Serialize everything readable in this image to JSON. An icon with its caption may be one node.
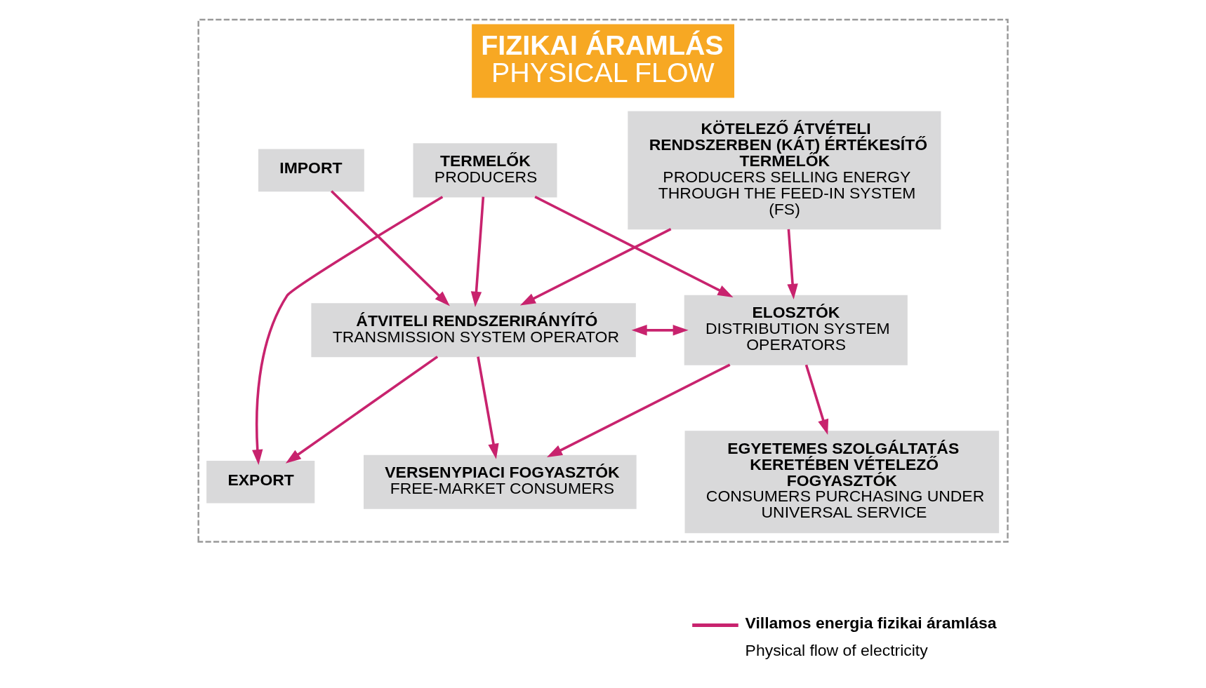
{
  "diagram": {
    "nodes": [
      {
        "text": [
          "FIZIKAI ÁRAMLÁS",
          "PHYSICAL FLOW"
        ]
      },
      {
        "text": [
          "KÖTELEZŐ ÁTVÉTELI RENDSZERBEN (KÁT) ÉRTÉKESÍTŐ TERMELŐK",
          "PRODUCERS SELLING ENERGY THROUGH THE FEED-IN SYSTEM (FS)"
        ],
        "in": 0
      },
      {
        "text": [
          "IMPORT"
        ],
        "in": 0
      },
      {
        "text": [
          "TERMELŐK",
          "PRODUCERS"
        ],
        "in": 0
      },
      {
        "text": [
          "ELOSZTÓK",
          "DISTRIBUTION SYSTEM OPERATORS"
        ],
        "in": 0
      },
      {
        "text": [
          "ÁTVITELI RENDSZERIRÁNYÍTÓ",
          "TRANSMISSION SYSTEM OPERATOR"
        ],
        "in": 0
      },
      {
        "text": [
          "EGYETEMES SZOLGÁLTATÁS KERETÉBEN VÉTELEZŐ FOGYASZTÓK",
          "CONSUMERS PURCHASING UNDER UNIVERSAL SERVICE"
        ],
        "in": 0
      },
      {
        "text": [
          "VERSENYPIACI FOGYASZTÓK",
          "FREE-MARKET CONSUMERS"
        ],
        "in": 0
      },
      {
        "text": [
          "EXPORT"
        ],
        "in": 0
      }
    ],
    "edges": [
      {
        "from": 1,
        "to": 5,
        "arrow": "to"
      },
      {
        "from": 2,
        "to": 5,
        "arrow": "to"
      },
      {
        "from": 3,
        "to": 5,
        "arrow": "to"
      },
      {
        "from": 1,
        "to": 4,
        "arrow": "to"
      },
      {
        "from": 4,
        "to": 5,
        "arrow": "both"
      },
      {
        "from": 3,
        "to": 4,
        "arrow": "to"
      },
      {
        "from": 5,
        "to": 7,
        "arrow": "to"
      },
      {
        "from": 5,
        "to": 8,
        "arrow": "to"
      },
      {
        "from": 3,
        "to": 8,
        "arrow": "to"
      },
      {
        "from": 4,
        "to": 6,
        "arrow": "to"
      },
      {
        "from": 4,
        "to": 7,
        "arrow": "to"
      }
    ],
    "legend": [
      {
        "text": "Villamos energia fizikai áramlása"
      },
      {
        "text": "Physical flow of electricity"
      }
    ]
  }
}
